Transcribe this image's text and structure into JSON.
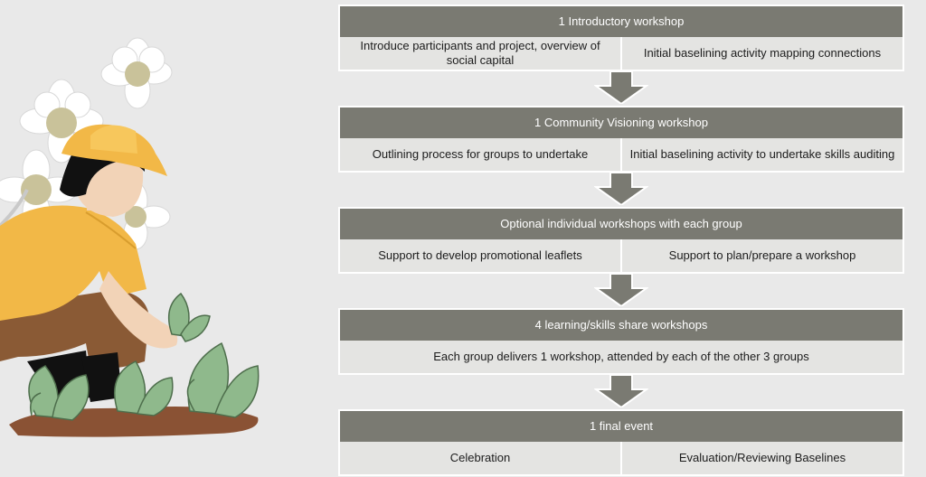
{
  "stages": [
    {
      "title": "1 Introductory workshop",
      "cells": [
        "Introduce participants and project, overview of social capital",
        "Initial baselining activity mapping connections"
      ]
    },
    {
      "title": "1 Community Visioning workshop",
      "cells": [
        "Outlining process for groups to undertake",
        "Initial baselining activity to undertake skills auditing"
      ]
    },
    {
      "title": "Optional individual workshops with each group",
      "cells": [
        "Support to develop promotional  leaflets",
        "Support to plan/prepare  a workshop"
      ]
    },
    {
      "title": "4 learning/skills share workshops",
      "cells": [
        "Each group delivers 1 workshop, attended by each of the other 3 groups"
      ]
    },
    {
      "title": "1 final event",
      "cells": [
        "Celebration",
        "Evaluation/Reviewing Baselines"
      ]
    }
  ],
  "colors": {
    "background": "#e9e9e9",
    "title_bar": "#7a7a72",
    "cell": "#e4e4e2",
    "arrow": "#7a7a72",
    "hat": "#f2b847",
    "shirt": "#f2b847",
    "pants": "#8a5a35",
    "leaf": "#8fb98c",
    "soil": "#8a5234"
  },
  "illustration": {
    "subject": "gardener-planting-seedlings"
  }
}
